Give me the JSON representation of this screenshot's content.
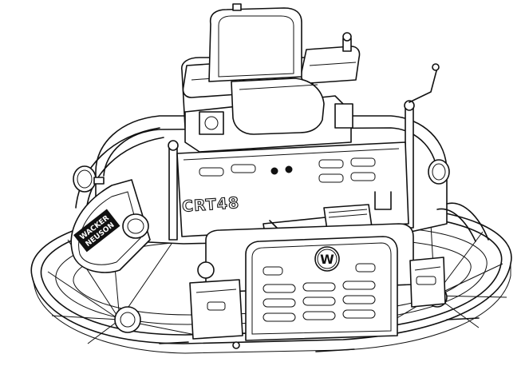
{
  "model_label": "CRT48",
  "side_brand_top": "WACKER",
  "side_brand_bottom": "NEUSON",
  "logo_letter": "W"
}
